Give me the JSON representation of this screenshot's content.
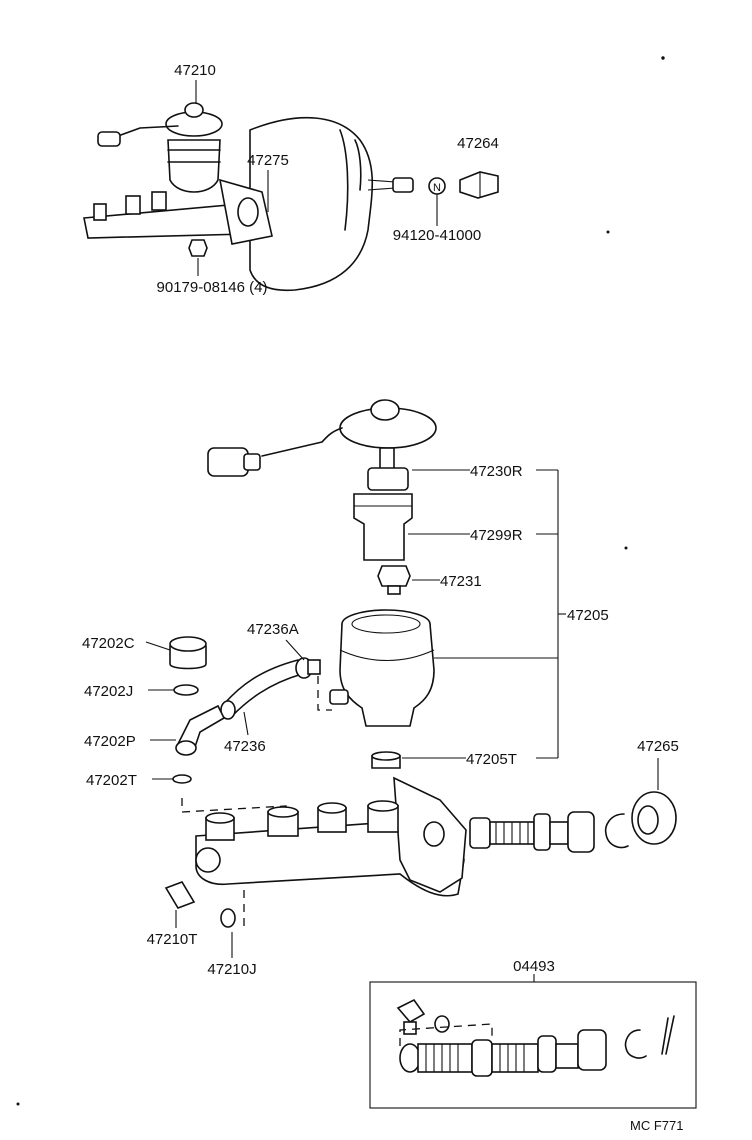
{
  "labels": {
    "p47210": "47210",
    "p47275": "47275",
    "p47264": "47264",
    "p9412041000": "94120-41000",
    "p90179": "90179-08146 (4)",
    "p47230R": "47230R",
    "p47299R": "47299R",
    "p47231": "47231",
    "p47205": "47205",
    "p47202C": "47202C",
    "p47236A": "47236A",
    "p47202J": "47202J",
    "p47236": "47236",
    "p47202P": "47202P",
    "p47205T": "47205T",
    "p47265": "47265",
    "p47202T": "47202T",
    "p47210T": "47210T",
    "p47210J": "47210J",
    "p04493": "04493",
    "circle_n": "N",
    "code": "MC  F771"
  }
}
